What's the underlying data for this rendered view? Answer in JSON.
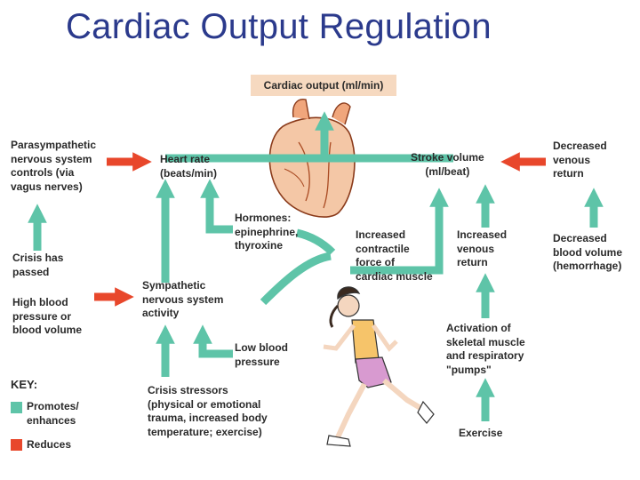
{
  "title": "Cardiac Output Regulation",
  "nodes": {
    "cardiac_output": "Cardiac output (ml/min)",
    "parasympathetic": [
      "Parasympathetic",
      "nervous system",
      "controls (via",
      "vagus nerves)"
    ],
    "heart_rate": [
      "Heart rate",
      "(beats/min)"
    ],
    "stroke_volume": [
      "Stroke volume",
      "(ml/beat)"
    ],
    "decreased_venous_return": [
      "Decreased",
      "venous",
      "return"
    ],
    "hormones": [
      "Hormones:",
      "epinephrine,",
      "thyroxine"
    ],
    "increased_contractile": [
      "Increased",
      "contractile",
      "force of",
      "cardiac muscle"
    ],
    "increased_venous_return": [
      "Increased",
      "venous",
      "return"
    ],
    "decreased_blood_volume": [
      "Decreased",
      "blood volume",
      "(hemorrhage)"
    ],
    "crisis_passed": [
      "Crisis has",
      "passed"
    ],
    "high_bp": [
      "High blood",
      "pressure or",
      "blood volume"
    ],
    "sympathetic": [
      "Sympathetic",
      "nervous system",
      "activity"
    ],
    "activation_skeletal": [
      "Activation of",
      "skeletal muscle",
      "and respiratory",
      "\"pumps\""
    ],
    "low_bp": [
      "Low blood",
      "pressure"
    ],
    "crisis_stressors": [
      "Crisis stressors",
      "(physical or emotional",
      "trauma, increased body",
      "temperature; exercise)"
    ],
    "exercise": "Exercise"
  },
  "key": {
    "heading": "KEY:",
    "promotes": [
      "Promotes/",
      "enhances"
    ],
    "reduces": "Reduces"
  },
  "colors": {
    "promotes": "#5ec4a8",
    "reduces": "#e8472b",
    "title": "#2b3a8c",
    "cardiac_box": "#f6d9c0"
  }
}
